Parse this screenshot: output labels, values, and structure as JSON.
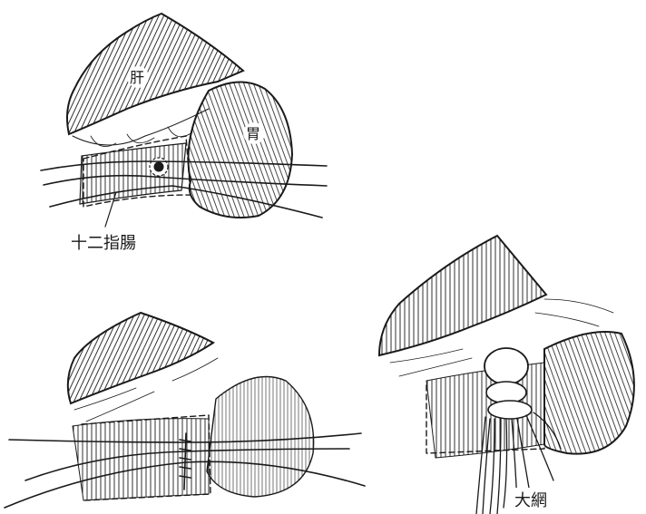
{
  "labels": {
    "liver": "肝",
    "stomach": "胃",
    "duodenum": "十二指腸",
    "omentum": "大網"
  },
  "colors": {
    "ink": "#1a1a1a",
    "paper": "#ffffff"
  }
}
